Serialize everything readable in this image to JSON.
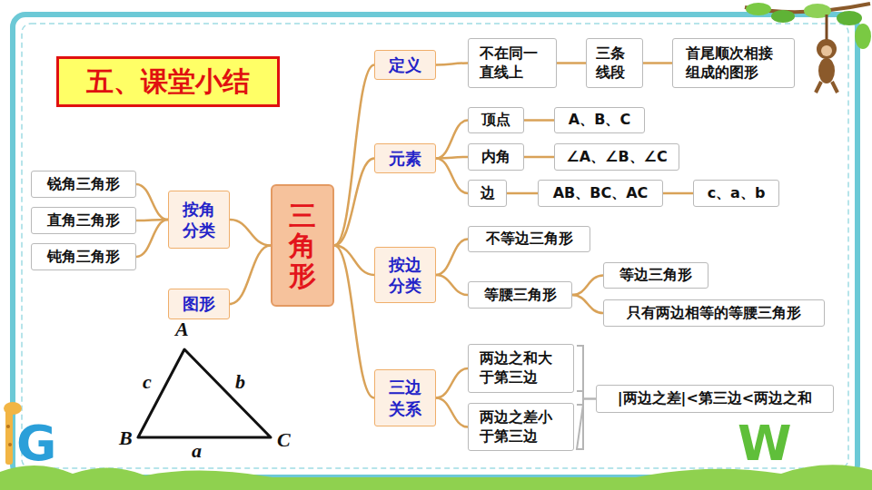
{
  "diagram": {
    "title": "五、课堂小结",
    "nodes": [
      {
        "text": [
          "三角形"
        ]
      },
      {
        "text": [
          "定义"
        ]
      },
      {
        "text": [
          "不在同一直线上"
        ]
      },
      {
        "text": [
          "三条线段"
        ]
      },
      {
        "text": [
          "首尾顺次相接组成的图形"
        ]
      },
      {
        "text": [
          "元素"
        ]
      },
      {
        "text": [
          "顶点"
        ]
      },
      {
        "text": [
          "A、B、C"
        ]
      },
      {
        "text": [
          "内角"
        ]
      },
      {
        "text": [
          "∠A、∠B、∠C"
        ]
      },
      {
        "text": [
          "边"
        ]
      },
      {
        "text": [
          "AB、BC、AC"
        ]
      },
      {
        "text": [
          "c、a、b"
        ]
      },
      {
        "text": [
          "按边分类"
        ]
      },
      {
        "text": [
          "不等边三角形"
        ]
      },
      {
        "text": [
          "等腰三角形"
        ]
      },
      {
        "text": [
          "等边三角形"
        ]
      },
      {
        "text": [
          "只有两边相等的等腰三角形"
        ]
      },
      {
        "text": [
          "三边关系"
        ]
      },
      {
        "text": [
          "两边之和大于第三边"
        ]
      },
      {
        "text": [
          "两边之差小于第三边"
        ]
      },
      {
        "text": [
          "|两边之差|<第三边<两边之和"
        ]
      },
      {
        "text": [
          "按角分类"
        ]
      },
      {
        "text": [
          "锐角三角形"
        ]
      },
      {
        "text": [
          "直角三角形"
        ]
      },
      {
        "text": [
          "钝角三角形"
        ]
      },
      {
        "text": [
          "图形"
        ]
      }
    ],
    "edges": [
      {
        "from": 0,
        "to": 1,
        "arrow": "none"
      },
      {
        "from": 1,
        "to": 2,
        "arrow": "none"
      },
      {
        "from": 2,
        "to": 3,
        "arrow": "none"
      },
      {
        "from": 3,
        "to": 4,
        "arrow": "none"
      },
      {
        "from": 0,
        "to": 5,
        "arrow": "none"
      },
      {
        "from": 5,
        "to": 6,
        "arrow": "none"
      },
      {
        "from": 6,
        "to": 7,
        "arrow": "none"
      },
      {
        "from": 5,
        "to": 8,
        "arrow": "none"
      },
      {
        "from": 8,
        "to": 9,
        "arrow": "none"
      },
      {
        "from": 5,
        "to": 10,
        "arrow": "none"
      },
      {
        "from": 10,
        "to": 11,
        "arrow": "none"
      },
      {
        "from": 11,
        "to": 12,
        "arrow": "none"
      },
      {
        "from": 0,
        "to": 13,
        "arrow": "none"
      },
      {
        "from": 13,
        "to": 14,
        "arrow": "none"
      },
      {
        "from": 13,
        "to": 15,
        "arrow": "none"
      },
      {
        "from": 15,
        "to": 16,
        "arrow": "none"
      },
      {
        "from": 15,
        "to": 17,
        "arrow": "none"
      },
      {
        "from": 0,
        "to": 18,
        "arrow": "none"
      },
      {
        "from": 18,
        "to": 19,
        "arrow": "none"
      },
      {
        "from": 18,
        "to": 20,
        "arrow": "none"
      },
      {
        "from": 19,
        "to": 21,
        "arrow": "none"
      },
      {
        "from": 20,
        "to": 21,
        "arrow": "none"
      },
      {
        "from": 0,
        "to": 22,
        "arrow": "none"
      },
      {
        "from": 22,
        "to": 23,
        "arrow": "none"
      },
      {
        "from": 22,
        "to": 24,
        "arrow": "none"
      },
      {
        "from": 22,
        "to": 25,
        "arrow": "none"
      },
      {
        "from": 0,
        "to": 26,
        "arrow": "none"
      }
    ],
    "labels": [
      "A",
      "c",
      "b",
      "B",
      "a",
      "C",
      "G",
      "W"
    ]
  }
}
